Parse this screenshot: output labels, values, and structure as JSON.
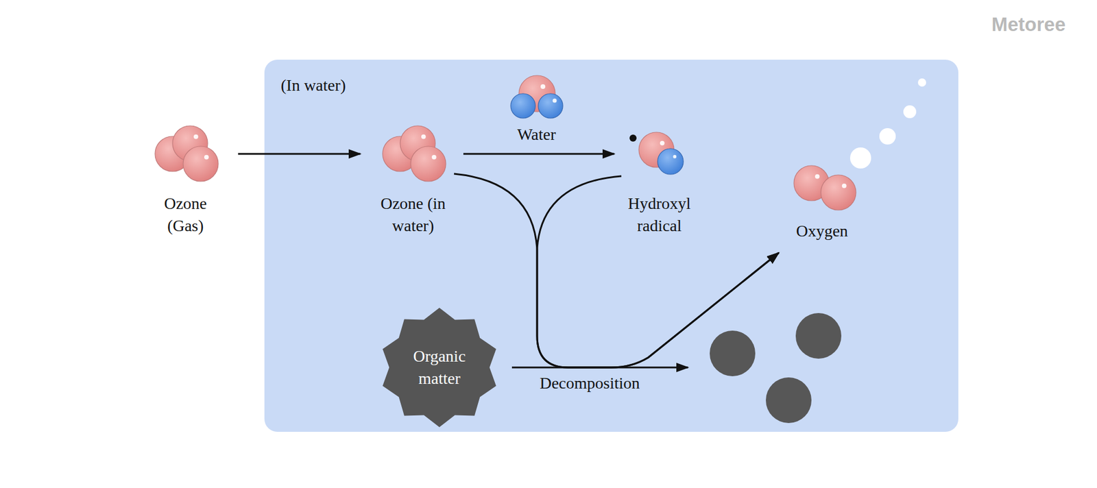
{
  "diagram": {
    "nodes": [
      {
        "text": [
          "Ozone (Gas)"
        ]
      },
      {
        "text": [
          "(In water)"
        ]
      },
      {
        "text": [
          "Ozone (in water)"
        ],
        "in": 1
      },
      {
        "text": [
          "Hydroxyl radical"
        ],
        "in": 1
      },
      {
        "text": [
          "Oxygen"
        ],
        "in": 1
      },
      {
        "text": [
          "Organic matter"
        ],
        "in": 1
      }
    ],
    "edges": [
      {
        "from": 0,
        "to": 2,
        "arrow": "to"
      },
      {
        "from": 2,
        "to": 3,
        "label": "Water",
        "arrow": "to"
      },
      {
        "from": 2,
        "to": 4,
        "arrow": "to"
      },
      {
        "from": 3,
        "to": 4,
        "arrow": "to"
      }
    ],
    "labels": [
      "Metoree",
      "Decomposition"
    ]
  }
}
